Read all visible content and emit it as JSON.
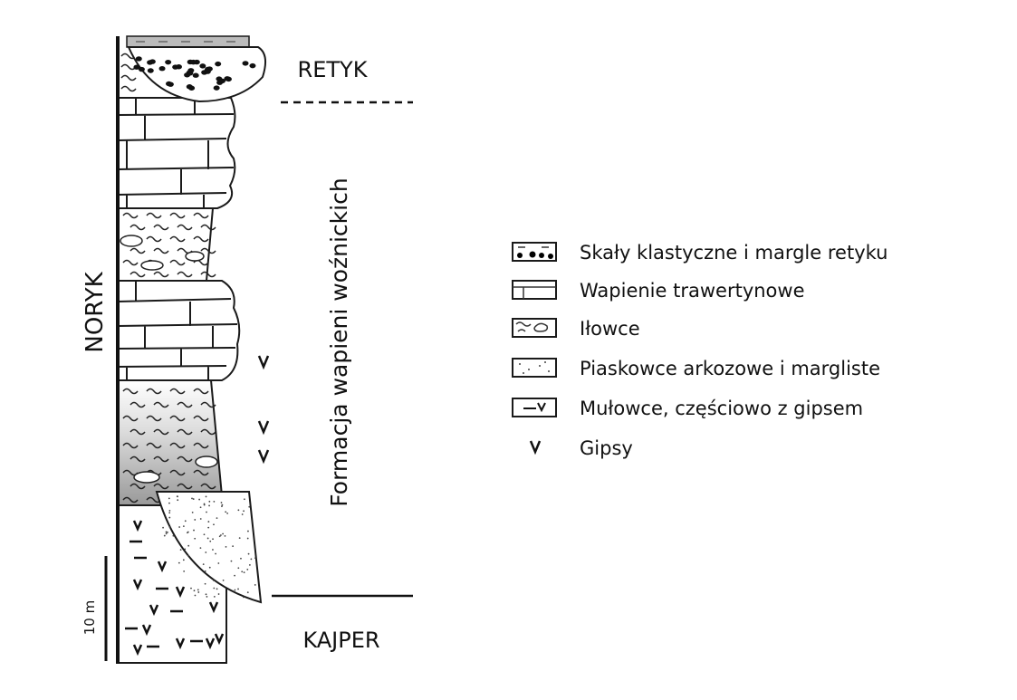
{
  "stages": {
    "top": "RETYK",
    "middle": "NORYK",
    "bottom": "KAJPER"
  },
  "formation": "Formacja wapieni woźnickich",
  "scale": "10 m",
  "legend": [
    {
      "pattern": "conglomerate-marl",
      "label": "Skały klastyczne i margle retyku"
    },
    {
      "pattern": "travertine-limestone",
      "label": "Wapienie trawertynowe"
    },
    {
      "pattern": "claystone",
      "label": "Iłowce"
    },
    {
      "pattern": "sandstone",
      "label": "Piaskowce arkozowe i margliste"
    },
    {
      "pattern": "mudstone-gypsum",
      "label": "Mułowce, częściowo z gipsem"
    },
    {
      "pattern": "gypsum",
      "label": "Gipsy"
    }
  ]
}
